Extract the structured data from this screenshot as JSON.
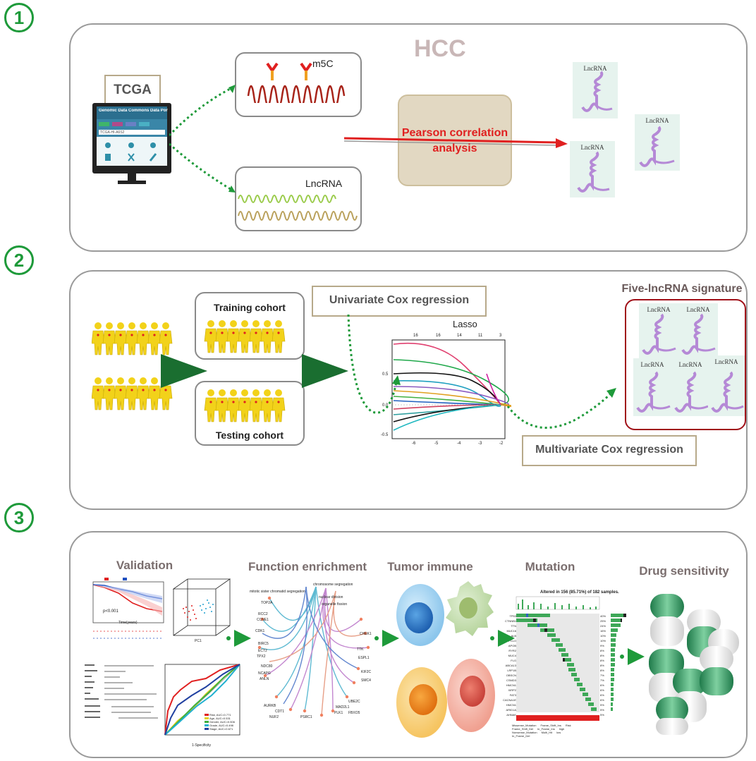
{
  "steps": [
    "1",
    "2",
    "3"
  ],
  "panel1": {
    "title": "HCC",
    "tcga_label": "TCGA",
    "portal_title": "Genomic Data Commons Data Portal",
    "portal_search": "TCGA-HI-A6S2",
    "m5c_label": "m5C",
    "lncrna_label": "LncRNA",
    "pearson_label": "Pearson correlation analysis",
    "lnc_card_label": "LncRNA"
  },
  "panel2": {
    "training_label": "Training cohort",
    "testing_label": "Testing cohort",
    "univariate_label": "Univariate Cox regression",
    "lasso_title": "Lasso",
    "lasso_top_ticks": [
      "16",
      "16",
      "14",
      "11",
      "3"
    ],
    "lasso_bottom_ticks": [
      "-6",
      "-5",
      "-4",
      "-3",
      "-2"
    ],
    "lasso_y_ticks": [
      "0.5",
      "0.0",
      "-0.5"
    ],
    "multivariate_label": "Multivariate Cox regression",
    "signature_title": "Five-lncRNA signature",
    "lnc_card_label": "LncRNA"
  },
  "panel3": {
    "validation_title": "Validation",
    "function_title": "Function enrichment",
    "immune_title": "Tumor immune",
    "mutation_title": "Mutation",
    "drug_title": "Drug sensitivity",
    "km_pvalue": "p<0.001",
    "km_xlabel": "Time(years)",
    "pca_xlabel": "PC1",
    "roc_xlabel": "1-Specificity",
    "roc_legend": [
      "Risk, AUC=0.771",
      "Age, AUC=0.531",
      "Gender, AUC=0.506",
      "Grade, AUC=0.498",
      "Stage, AUC=0.671"
    ],
    "mutation_header": "Altered in 156 (85.71%) of 182 samples.",
    "mutation_genes": [
      "TP53",
      "CTNNB1",
      "TTN",
      "MUC16",
      "ALB",
      "PCLO",
      "APOB",
      "RYR2",
      "MUC4",
      "FLG",
      "ABCA13",
      "LRP1B",
      "OBSCN",
      "CSMD3",
      "HMCN1",
      "XIRP2",
      "FAT3",
      "CACNA1E",
      "HMCN1",
      "ARID1A",
      "AHNAK"
    ],
    "mutation_pcts": [
      "40%",
      "25%",
      "24%",
      "16%",
      "10%",
      "10%",
      "9%",
      "8%",
      "8%",
      "8%",
      "8%",
      "8%",
      "7%",
      "7%",
      "6%",
      "6%",
      "6%",
      "6%",
      "5%",
      "5%",
      "5%"
    ],
    "mutation_legend": [
      "Missense_Mutation",
      "Frame_Shift_Ins",
      "Frame_Shift_Del",
      "In_Frame_Ins",
      "Nonsense_Mutation",
      "Multi_Hit",
      "In_Frame_Del"
    ],
    "risk_legend_title": "Risk",
    "risk_legend": [
      "high",
      "low"
    ],
    "network_terms": [
      "mitotic sister chromatid segregation",
      "chromosome segregation",
      "nuclear division",
      "organelle fission"
    ],
    "network_genes": [
      "TOP2A",
      "RCC2",
      "CCNE1",
      "CDK1",
      "BIRC5",
      "ECT2",
      "TPX2",
      "ANLN",
      "NDC80",
      "NCAPG",
      "AURKB",
      "CDT1",
      "NUF2",
      "PSRC1",
      "UBE2C",
      "KIF2C",
      "SMC4",
      "FBXO5",
      "PLK1",
      "MAD2L1",
      "CHEK1",
      "TTK",
      "ESPL1"
    ]
  },
  "colors": {
    "green": "#1e9a3a",
    "dark_green": "#1a6e30",
    "red": "#e02020",
    "panel_border": "#9a9a9a",
    "title_grey": "#c0b0b0"
  }
}
